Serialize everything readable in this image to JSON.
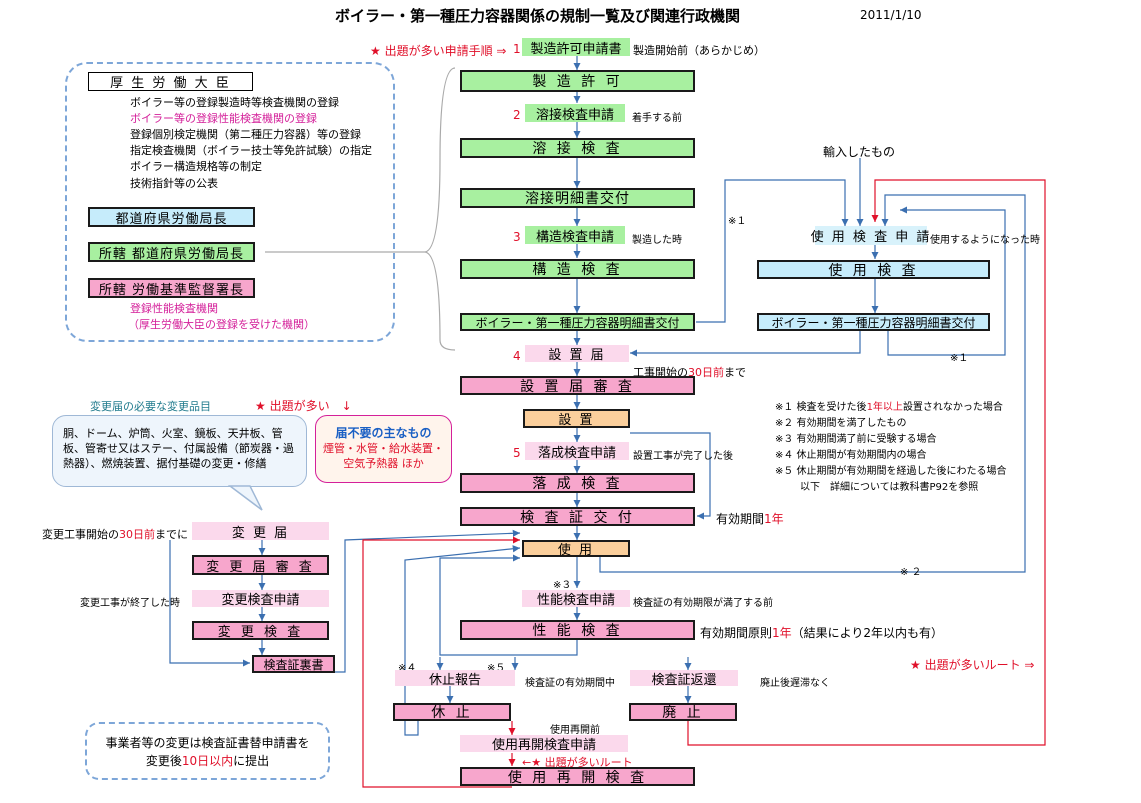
{
  "header": {
    "title": "ボイラー・第一種圧力容器関係の規制一覧及び関連行政機関",
    "date": "2011/1/10"
  },
  "top_note": {
    "star": "★ 出題が多い申請手順 ⇒",
    "num": "1",
    "box": "製造許可申請書",
    "note": "製造開始前（あらかじめ）"
  },
  "authorities": {
    "minister": "厚 生 労 働 大 臣",
    "items": [
      "ボイラー等の登録製造時等検査機関の登録",
      "ボイラー等の登録性能検査機関の登録",
      "登録個別検定機関（第二種圧力容器）等の登録",
      "指定検査機関（ボイラー技士等免許試験）の指定",
      "ボイラー構造規格等の制定",
      "技術指針等の公表"
    ],
    "pref_bureau": "都道府県労働局長",
    "juris_bureau": "所轄 都道府県労働局長",
    "juris_office": "所轄 労働基準監督署長",
    "reg_body": "登録性能検査機関",
    "reg_body_note": "（厚生労働大臣の登録を受けた機関）"
  },
  "flow": {
    "manufacture_permit": "製 造 許 可",
    "num2": "2",
    "weld_apply": "溶接検査申請",
    "weld_apply_note": "着手する前",
    "weld_inspect": "溶 接 検 査",
    "weld_cert": "溶接明細書交付",
    "num3": "3",
    "struct_apply": "構造検査申請",
    "struct_apply_note": "製造した時",
    "struct_inspect": "構 造 検 査",
    "boiler_cert": "ボイラー・第一種圧力容器明細書交付",
    "num4": "4",
    "install_notice": "設 置 届",
    "install_note_a": "工事開始の",
    "install_note_b": "30日前",
    "install_note_c": "まで",
    "install_review": "設 置 届 審 査",
    "install": "設 置",
    "num5": "5",
    "complete_apply": "落成検査申請",
    "complete_apply_note": "設置工事が完了した後",
    "complete_inspect": "落 成 検 査",
    "cert_issue": "検 査 証 交 付",
    "validity_a": "有効期間",
    "validity_b": "1年",
    "use": "使 用",
    "note3": "※３",
    "perf_apply": "性能検査申請",
    "perf_apply_note": "検査証の有効期限が満了する前",
    "perf_inspect": "性 能 検 査",
    "perf_valid_a": "有効期間原則",
    "perf_valid_b": "1年",
    "perf_valid_c": "（結果により2年以内も有）",
    "note4": "※４",
    "note5": "※５",
    "suspend_report": "休止報告",
    "suspend_note": "検査証の有効期間中",
    "return_cert": "検査証返還",
    "return_note": "廃止後遅滞なく",
    "suspend": "休 止",
    "abolish": "廃 止",
    "resume_pre": "使用再開前",
    "resume_apply": "使用再開検査申請",
    "resume_route": "←★ 出題が多いルート",
    "resume_inspect": "使 用 再 開 検 査",
    "route_right": "★ 出題が多いルート ⇒"
  },
  "import": {
    "label": "輸入したもの",
    "note1": "※１",
    "use_apply": "使 用 検 査 申 請",
    "use_apply_note": "使用するようになった時",
    "use_inspect": "使 用 検 査",
    "cert": "ボイラー・第一種圧力容器明細書交付",
    "note1b": "※１",
    "note2": "※ ２"
  },
  "footnotes": {
    "n1a": "※１ 検査を受けた後",
    "n1b": "1年以上",
    "n1c": "設置されなかった場合",
    "n2": "※２ 有効期間を満了したもの",
    "n3": "※３ 有効期間満了前に受験する場合",
    "n4": "※４ 休止期間が有効期間内の場合",
    "n5": "※５ 休止期間が有効期間を経過した後にわたる場合",
    "detail": "以下　詳細については教科書P92を参照"
  },
  "change": {
    "title": "変更届の必要な変更品目",
    "star": "★ 出題が多い　↓",
    "items": "胴、ドーム、炉筒、火室、鏡板、天井板、管板、管寄せ又はステー、付属設備（節炭器・過熱器）、燃焼装置、据付基礎の変更・修繕",
    "nonreq_title": "届不要の主なもの",
    "nonreq_items": "煙管・水管・給水装置・空気予熱器 ほか",
    "pre_a": "変更工事開始の",
    "pre_b": "30日前",
    "pre_c": "までに",
    "notice": "変 更 届",
    "review": "変 更 届 審 査",
    "after": "変更工事が終了した時",
    "apply": "変更検査申請",
    "inspect": "変 更 検 査",
    "endorse": "検査証裏書"
  },
  "bottom_note": {
    "line1": "事業者等の変更は検査証書替申請書を",
    "line2a": "変更後",
    "line2b": "10日以内",
    "line2c": "に提出"
  }
}
